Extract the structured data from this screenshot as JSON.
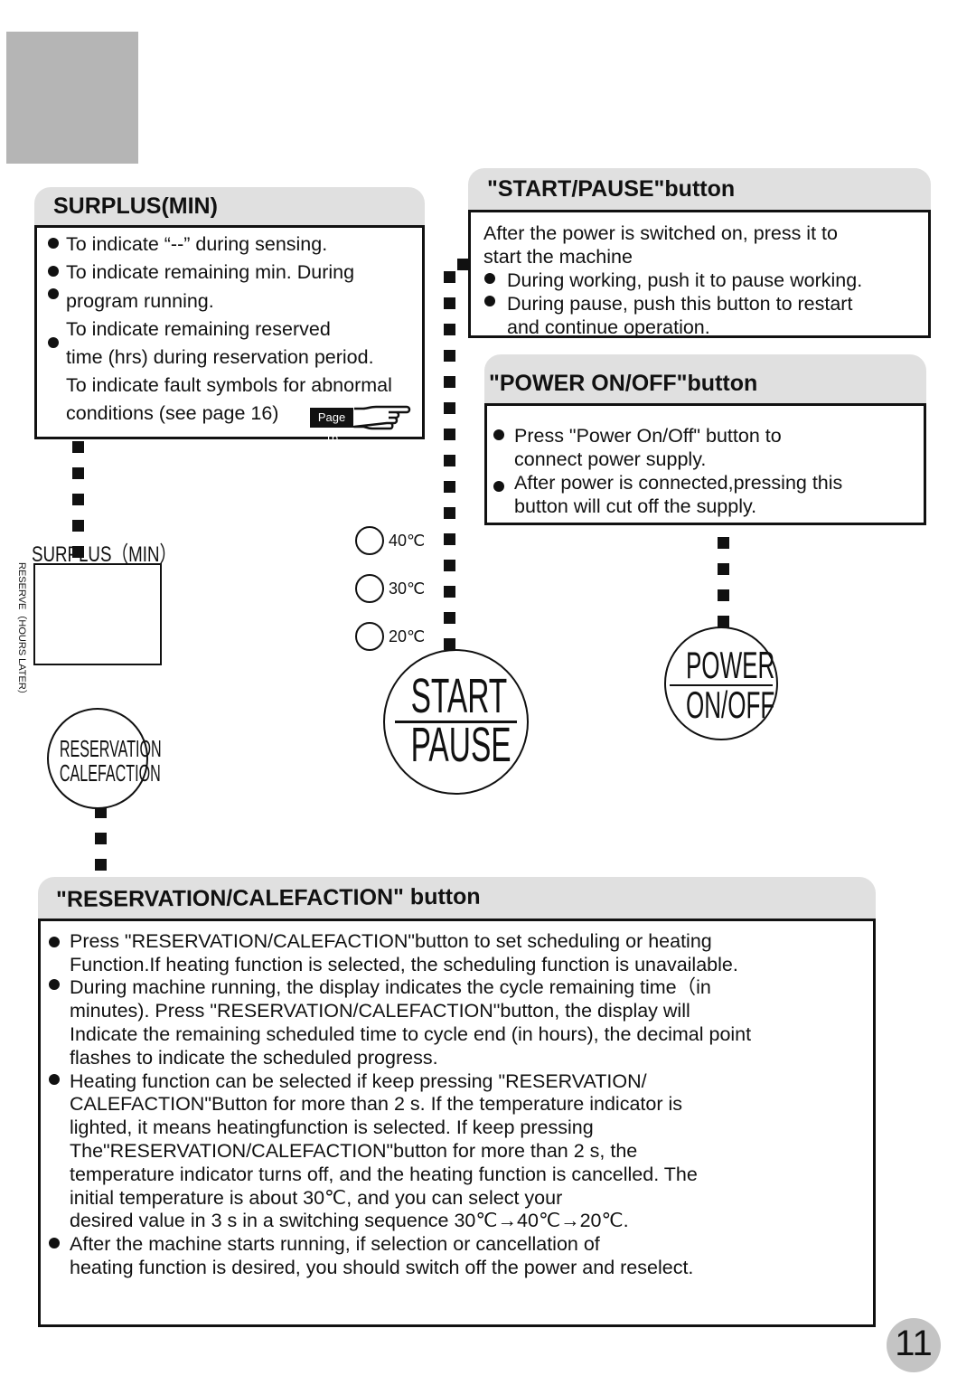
{
  "surplus": {
    "title": "SURPLUS(MIN)",
    "lines": [
      "To indicate “--” during sensing.",
      "To indicate remaining min. During",
      "program running.",
      "To indicate remaining reserved",
      "time (hrs) during reservation period.",
      "To indicate fault symbols for abnormal",
      "conditions (see page 16)"
    ],
    "page_ref": "Page 16"
  },
  "start_pause": {
    "title": "\"START/PAUSE\"button",
    "intro": [
      "After the power is switched on, press it to",
      "start the machine"
    ],
    "bullets": [
      [
        "During working, push it to pause working."
      ],
      [
        "During pause, push this button to restart",
        "and continue operation."
      ]
    ]
  },
  "power": {
    "title": "\"POWER ON/OFF\"button",
    "bullets": [
      [
        "Press \"Power On/Off\" button to",
        "connect power supply."
      ],
      [
        "After power is connected,pressing this",
        "button will cut off the supply."
      ]
    ]
  },
  "panel": {
    "surplus_label": "SURPLUS（MIN）",
    "reserve_label": "RESERVE（HOURS LATER）",
    "temps": [
      "40℃",
      "30℃",
      "20℃"
    ],
    "reservation_btn": [
      "RESERVATION",
      "CALEFACTION"
    ],
    "start_btn": [
      "START",
      "PAUSE"
    ],
    "power_btn": [
      "POWER",
      "ON/OFF"
    ]
  },
  "reservation": {
    "title": "\"RESERVATION/CALEFACTION\" button",
    "lines": [
      "Press \"RESERVATION/CALEFACTION\"button to set scheduling or heating",
      "Function.If heating function is selected, the scheduling function is unavailable.",
      "During machine running, the display indicates the cycle remaining time（in",
      "minutes). Press \"RESERVATION/CALEFACTION\"button, the display will",
      "Indicate the remaining scheduled time to cycle end (in hours), the decimal point",
      "flashes to indicate the scheduled progress.",
      "Heating function can be selected if keep pressing \"RESERVATION/",
      "CALEFACTION\"Button for more than 2 s. If the temperature indicator is",
      "lighted, it means heatingfunction is selected. If keep pressing",
      "The\"RESERVATION/CALEFACTION\"button for more than 2 s, the",
      "temperature indicator turns off, and the heating function is cancelled. The",
      "initial temperature is about 30℃, and you can select your",
      "desired value in 3 s in a switching sequence 30℃→40℃→20℃.",
      "After the machine starts running, if selection or cancellation of",
      "heating function is desired, you should switch off the power and reselect."
    ]
  },
  "page_number": "11"
}
